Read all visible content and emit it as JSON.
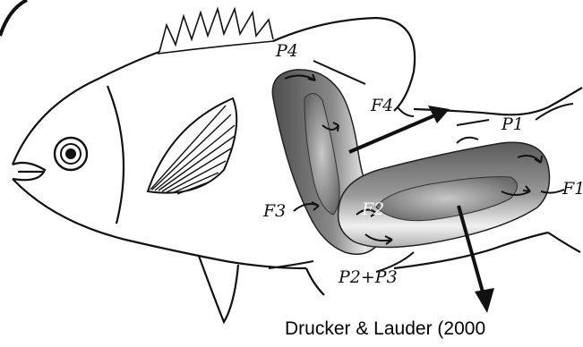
{
  "labels": {
    "p4": "P4",
    "f4": "F4",
    "p1": "P1",
    "f1": "F1",
    "f3": "F3",
    "f2": "F2",
    "p2p3": "P2+P3"
  },
  "credit": "Drucker & Lauder (2000",
  "colors": {
    "ring_dark": "#5a5a5a",
    "ring_light": "#ebebeb",
    "outline": "#111111"
  }
}
